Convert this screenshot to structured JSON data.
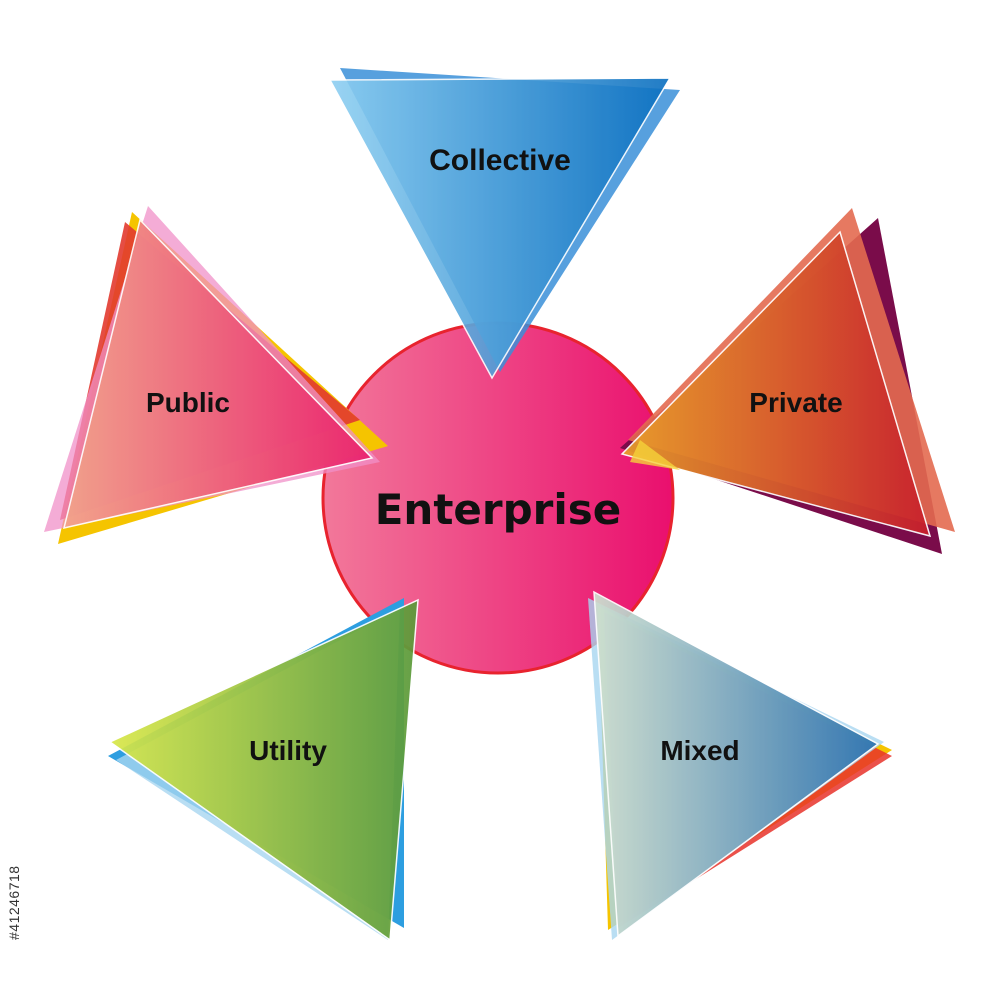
{
  "diagram": {
    "center": {
      "label": "Enterprise"
    },
    "segments": [
      {
        "id": "collective",
        "label": "Collective"
      },
      {
        "id": "public",
        "label": "Public"
      },
      {
        "id": "private",
        "label": "Private"
      },
      {
        "id": "utility",
        "label": "Utility"
      },
      {
        "id": "mixed",
        "label": "Mixed"
      }
    ]
  },
  "stock_id": "#41246718",
  "colors": {
    "center_start": "#f2789a",
    "center_end": "#ea0f6e",
    "collective_start": "#8fd0f2",
    "collective_end": "#0a6fc0",
    "public_start": "#f2a48a",
    "public_end": "#ea1e6c",
    "private_start": "#e8a02a",
    "private_end": "#c81f2c",
    "utility_start": "#d9e84a",
    "utility_end": "#5a9a3a",
    "mixed_start": "#cfe0d0",
    "mixed_end": "#2a72b0"
  }
}
